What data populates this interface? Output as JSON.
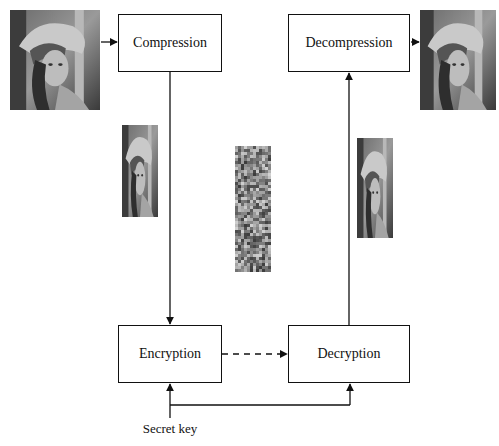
{
  "diagram": {
    "nodes": [
      {
        "text": [
          "Compression"
        ]
      },
      {
        "text": [
          "Decompression"
        ]
      },
      {
        "text": [
          "Encryption"
        ]
      },
      {
        "text": [
          "Decryption"
        ]
      }
    ],
    "edges": [
      {
        "from": 0,
        "to": 2,
        "arrow": "to"
      },
      {
        "from": 2,
        "to": 3,
        "arrow": "to"
      },
      {
        "from": 3,
        "to": 1,
        "arrow": "to"
      }
    ],
    "labels": [
      "Secret key"
    ]
  }
}
